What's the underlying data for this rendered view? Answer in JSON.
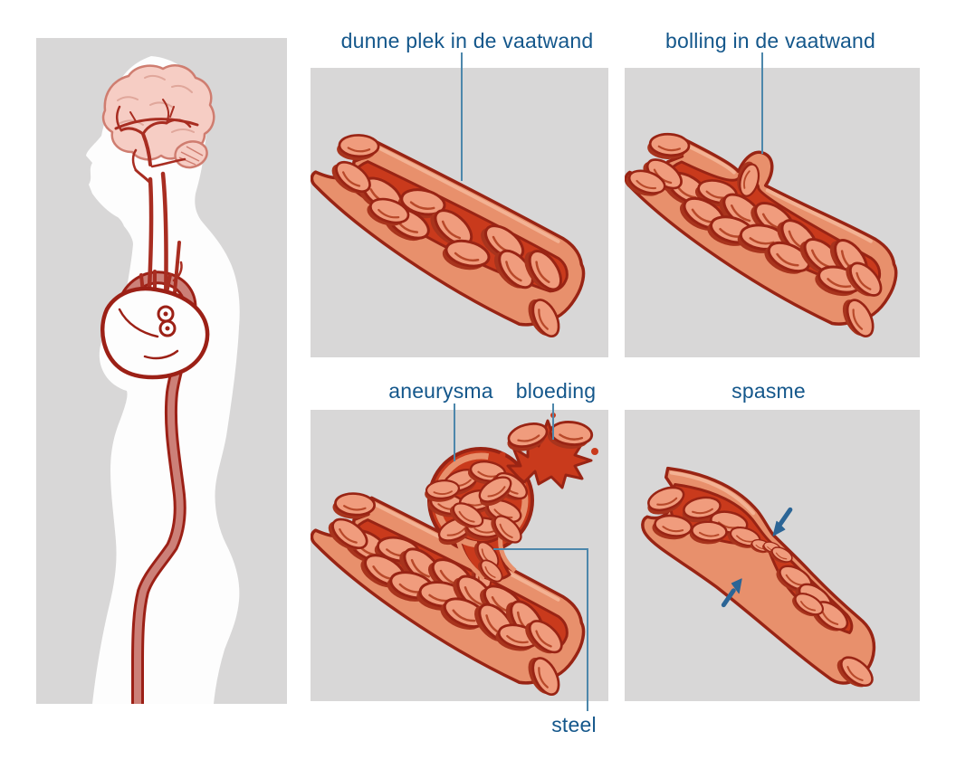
{
  "labels": {
    "thin_spot": "dunne plek in de vaatwand",
    "bulge": "bolling in de vaatwand",
    "aneurysm": "aneurysma",
    "bleeding": "bloeding",
    "spasm": "spasme",
    "stalk": "steel"
  },
  "colors": {
    "label_text": "#14578b",
    "leader_line": "#4d87ab",
    "panel_background": "#d8d7d7",
    "vessel_wall": "#e8906c",
    "vessel_interior": "#c93a1c",
    "vessel_outline": "#992414",
    "blood_cell": "#f09c7d",
    "spasm_arrow": "#2b6596",
    "body_silhouette": "#fdfdfd",
    "brain": "#f6cdc4",
    "artery_red": "#a82d21",
    "aorta_pink": "#cc8078"
  }
}
